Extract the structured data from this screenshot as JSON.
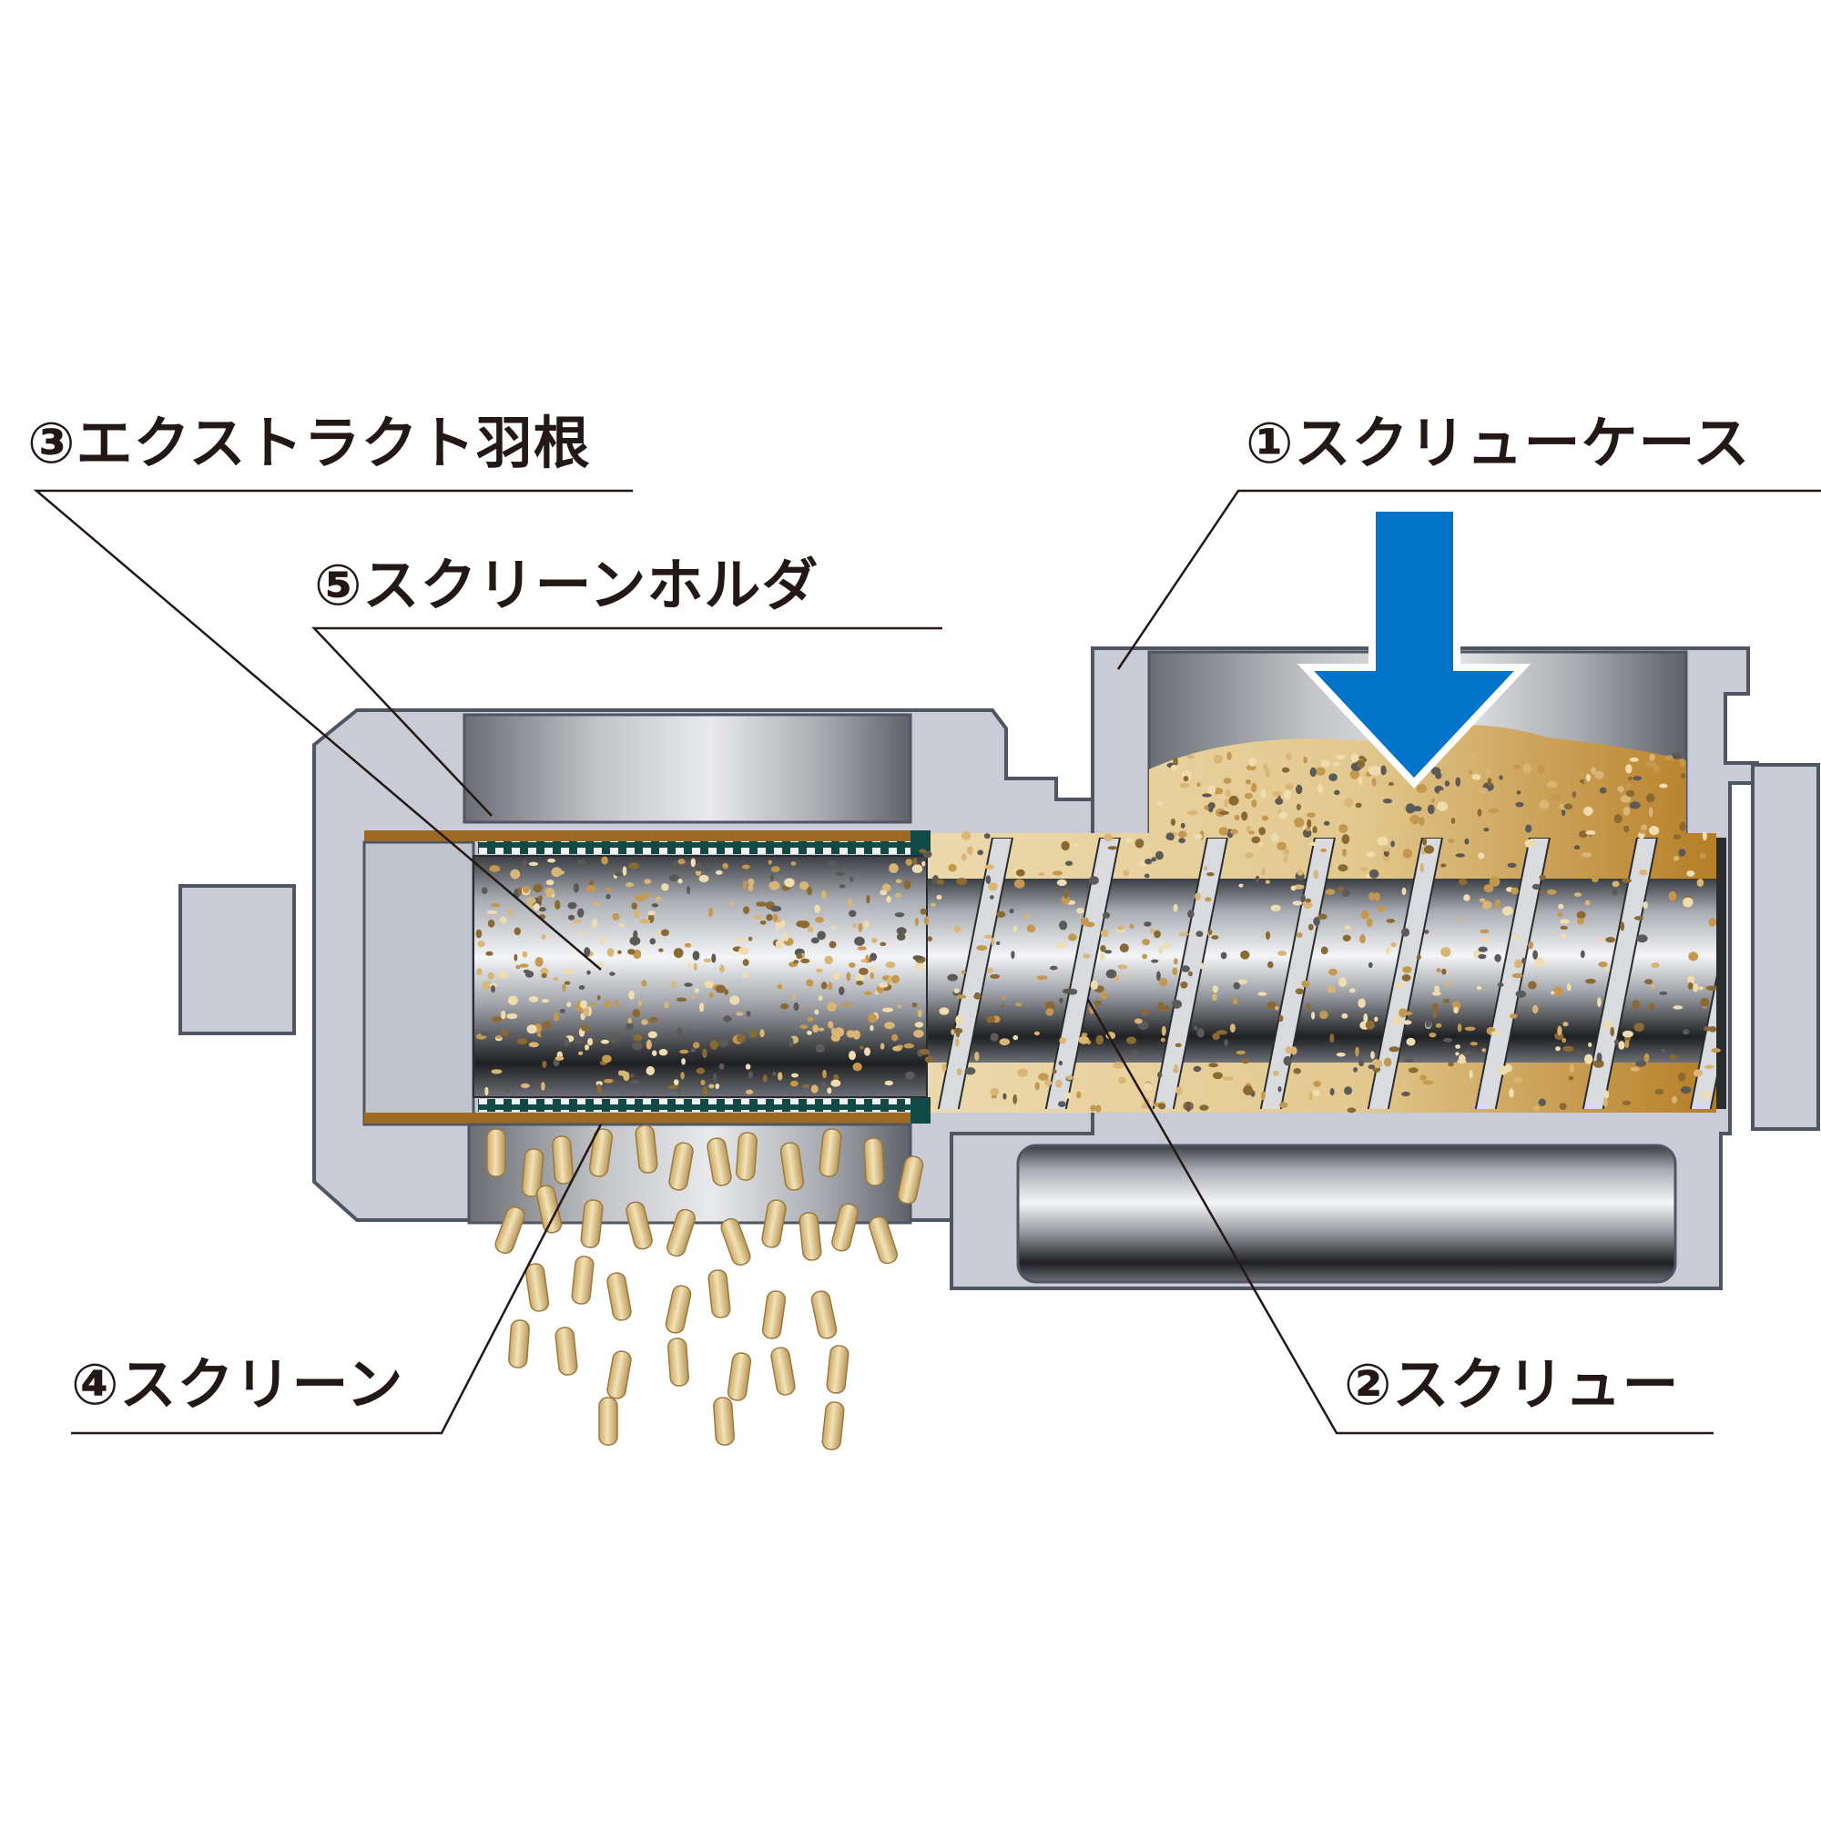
{
  "labels": {
    "screw_case": "①スクリューケース",
    "screw": "②スクリュー",
    "extract_blade": "③エクストラクト羽根",
    "screen": "④スクリーン",
    "screen_holder": "⑤スクリーンホルダ"
  },
  "colors": {
    "housing": "#c9ccd4",
    "housing_edge": "#4e5563",
    "arrow": "#0074c8",
    "material": "#e8d3a2",
    "material_dark": "#b7822a",
    "pellet": "#e3c88c",
    "screen": "#0f4a46",
    "screen_band": "#9c6a22",
    "leader": "#231815"
  },
  "icons": {
    "feed_arrow": "down-arrow-icon"
  }
}
